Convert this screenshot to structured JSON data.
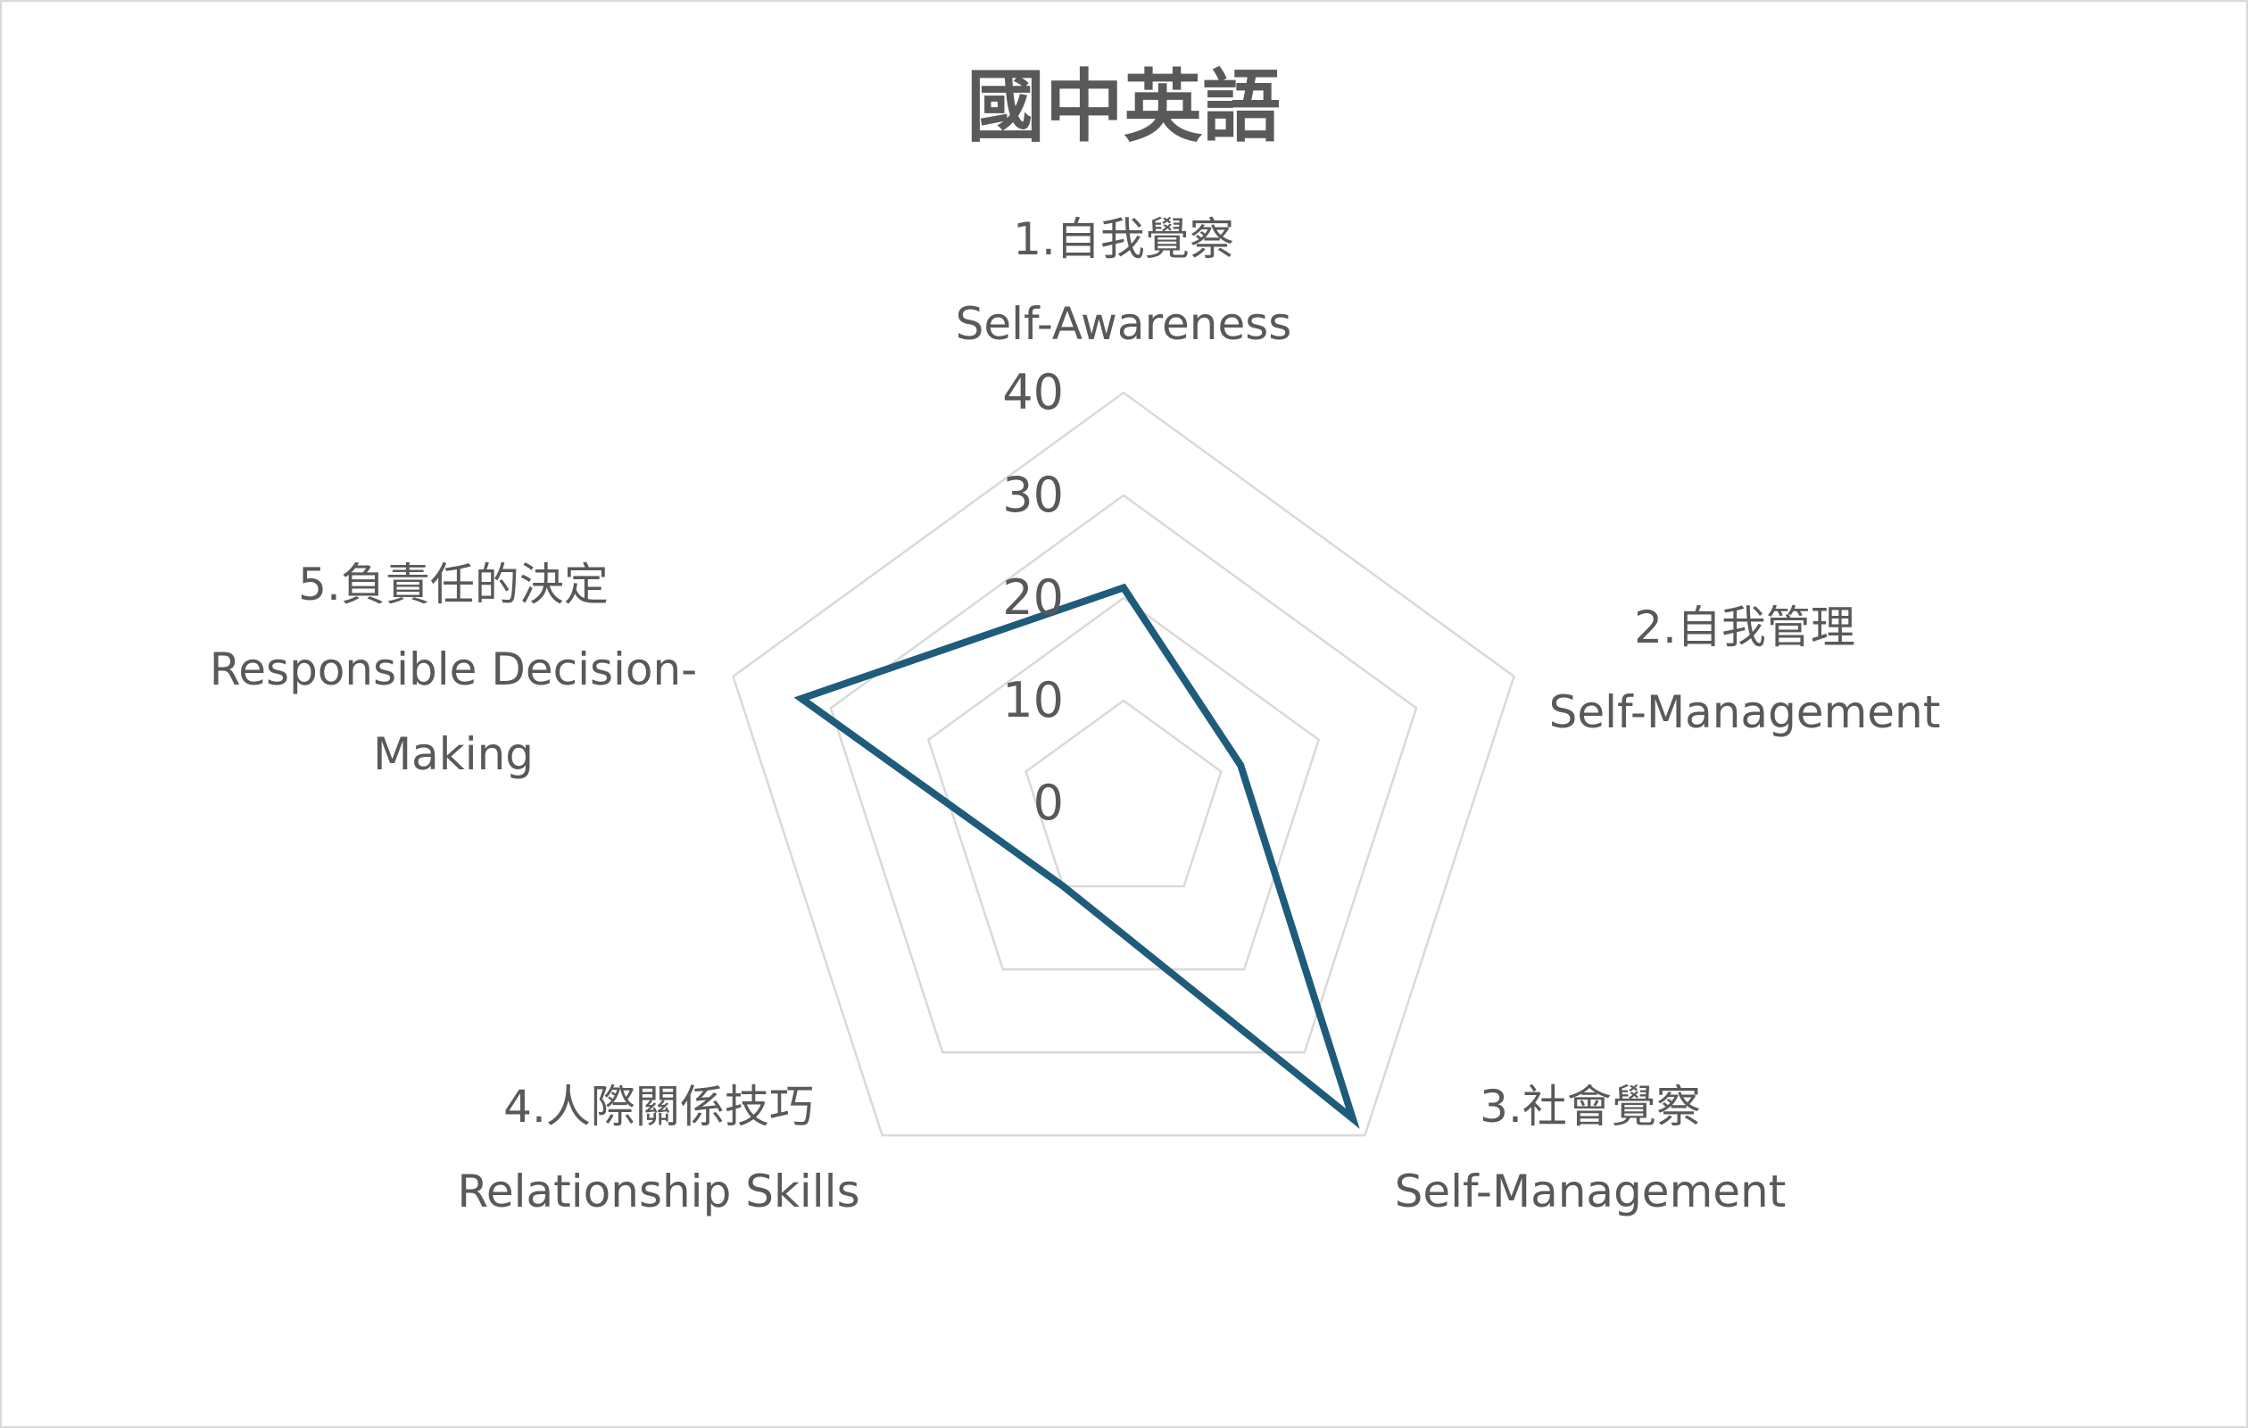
{
  "chart_data": {
    "type": "radar",
    "title": "國中英語",
    "categories": [
      [
        "1.自我覺察",
        "Self-Awareness"
      ],
      [
        "2.自我管理",
        "Self-Management"
      ],
      [
        "3.社會覺察",
        "Self-Management"
      ],
      [
        "4.人際關係技巧",
        "Relationship Skills"
      ],
      [
        "5.負責任的決定",
        "Responsible Decision-",
        "Making"
      ]
    ],
    "series": [
      {
        "values": [
          21,
          12,
          38,
          10,
          33
        ],
        "color": "#1f5b7a"
      }
    ],
    "rlim": [
      0,
      40
    ],
    "ticks": [
      0,
      10,
      20,
      30,
      40
    ],
    "grid": true,
    "legend": "none"
  }
}
